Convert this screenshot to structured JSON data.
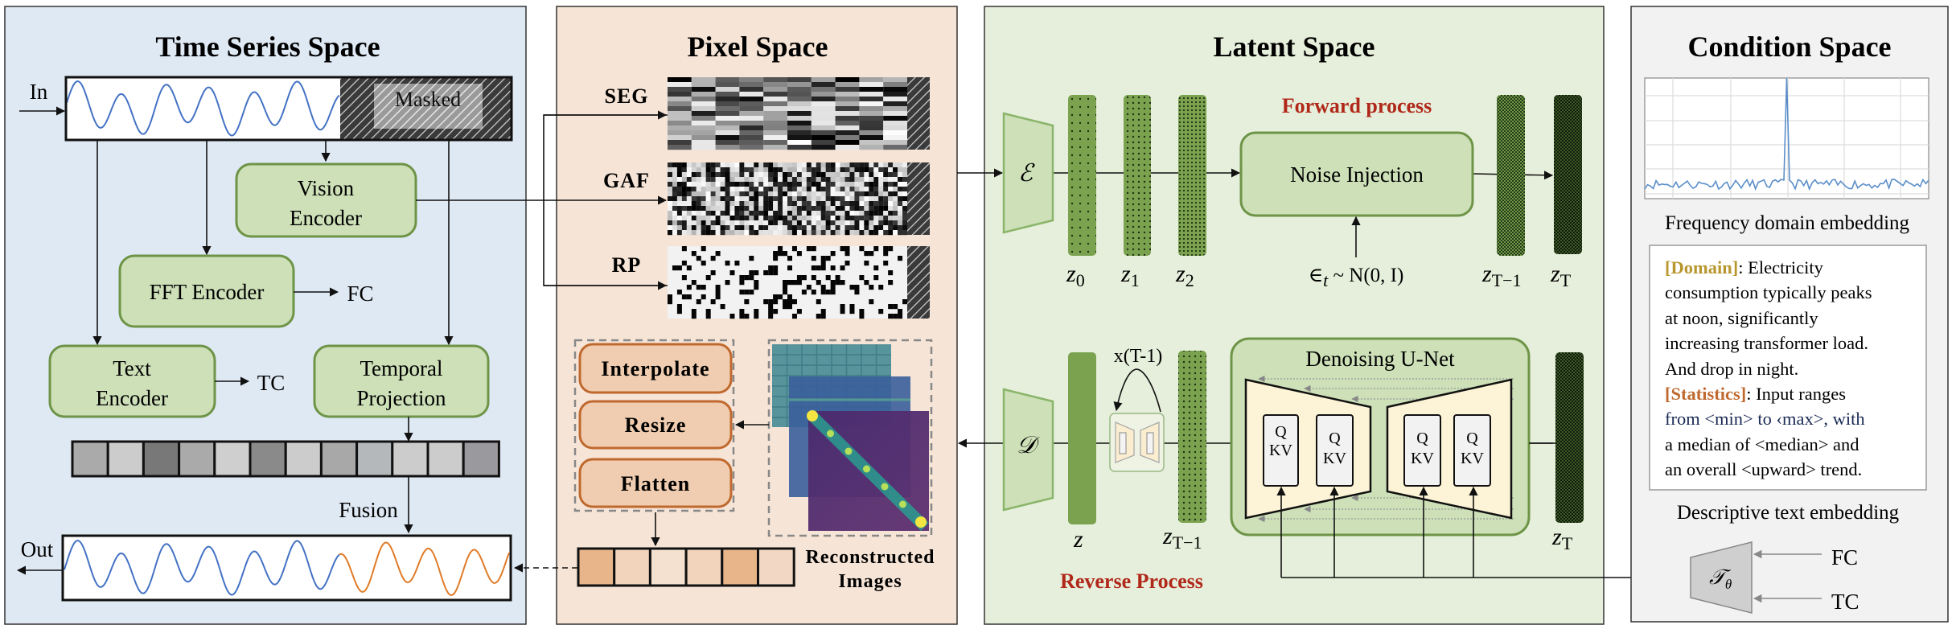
{
  "panels": {
    "time_series": "Time Series Space",
    "pixel": "Pixel Space",
    "latent": "Latent Space",
    "condition": "Condition Space"
  },
  "time_series": {
    "input_label": "In",
    "output_label": "Out",
    "masked_label": "Masked",
    "vision_encoder": [
      "Vision",
      "Encoder"
    ],
    "fft_encoder": "FFT Encoder",
    "fc": "FC",
    "text_encoder": [
      "Text",
      "Encoder"
    ],
    "tc": "TC",
    "temporal_projection": [
      "Temporal",
      "Projection"
    ],
    "fusion": "Fusion",
    "token_colors": [
      "#aaaaaa",
      "#cccccc",
      "#787878",
      "#aaaaaa",
      "#cfcfcf",
      "#8a8a8a",
      "#cccccc",
      "#a8a8a8",
      "#b4b8bb",
      "#cccccc",
      "#cccccc",
      "#9a9a9e"
    ]
  },
  "pixel": {
    "seg": "SEG",
    "gaf": "GAF",
    "rp": "RP",
    "interpolate": "Interpolate",
    "resize": "Resize",
    "flatten": "Flatten",
    "reconstructed": [
      "Reconstructed",
      "Images"
    ],
    "token_colors": [
      "#e8b48a",
      "#f2d4bc",
      "#f5e1d0",
      "#f2d4bc",
      "#e8b48a",
      "#f2d8c4"
    ]
  },
  "latent": {
    "encoder_symbol": "ℰ",
    "decoder_symbol": "𝒟",
    "forward_process": "Forward process",
    "reverse_process": "Reverse Process",
    "noise_injection": "Noise Injection",
    "noise_eq": {
      "symbol": "∈",
      "sub": "t",
      "rest": " ~ N(0, I)"
    },
    "z": "z",
    "subs": {
      "z0": "0",
      "z1": "1",
      "z2": "2",
      "zT1": "T−1",
      "zT": "T"
    },
    "repeat": "x(T-1)",
    "unet_title": "Denoising U-Net",
    "attn_q": "Q",
    "attn_kv": "KV"
  },
  "condition": {
    "freq_caption": "Frequency domain embedding",
    "text_caption": "Descriptive text embedding",
    "domain_tag": "[Domain]",
    "domain_text": [
      ": Electricity",
      "consumption typically peaks",
      "at noon, significantly",
      "increasing transformer load.",
      "And drop in night."
    ],
    "statistics_tag": "[Statistics]",
    "statistics_text": [
      ": Input ranges",
      "from <min> to ‹max>, with",
      "a median of <median> and",
      "an overall <upward> trend."
    ],
    "tau_symbol": "𝒯",
    "tau_sub": "θ",
    "fc": "FC",
    "tc": "TC"
  },
  "colors": {
    "series_blue": "#4472c4",
    "series_orange": "#e07b28",
    "process_red": "#b0281a",
    "domain_gold": "#b8962e",
    "statistics_orange": "#c0692e",
    "ts_bg": "#dfe9f4",
    "pixel_bg": "#f6e4d6",
    "latent_bg": "#e6efdb",
    "condition_bg": "#f2f2f2"
  }
}
